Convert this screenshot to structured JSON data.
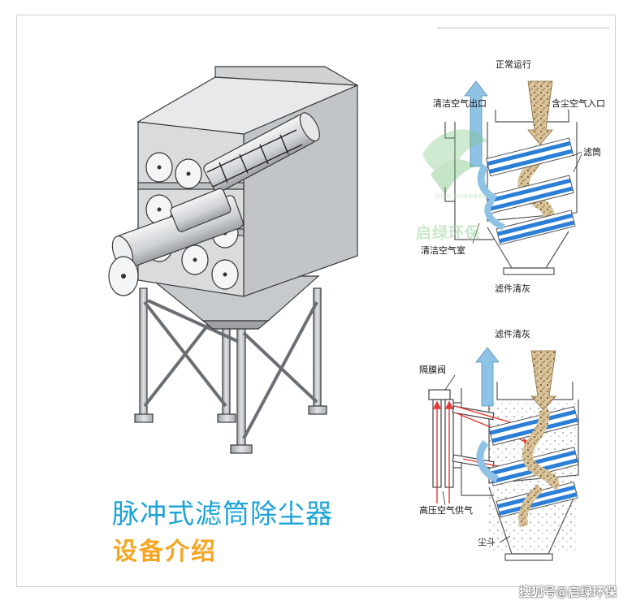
{
  "title": {
    "line1": "脉冲式滤筒除尘器",
    "line2": "设备介绍",
    "line1_color": "#1aa3d6",
    "line2_color": "#f5a623"
  },
  "diagram_top": {
    "heading": "正常运行",
    "labels": {
      "clean_air_outlet": "清洁空气出口",
      "dusty_air_inlet": "含尘空气入口",
      "filter_cartridge": "滤筒",
      "clean_air_chamber": "清洁空气室",
      "caption": "滤件清灰"
    }
  },
  "diagram_bottom": {
    "heading": "滤件清灰",
    "labels": {
      "diaphragm_valve": "隔膜阀",
      "high_pressure_air": "高压空气供气",
      "dust_hopper": "尘斗"
    }
  },
  "logo": {
    "name": "启绿环保",
    "sub": "QILV HUANBAO"
  },
  "watermark": "搜狐号@启绿环保",
  "colors": {
    "filter_blue": "#2b7fd6",
    "airflow_blue": "#8fc3e6",
    "dust_tan": "#c8a97a",
    "pulse_red": "#e53935",
    "steel_grey": "#b9bcc0"
  }
}
